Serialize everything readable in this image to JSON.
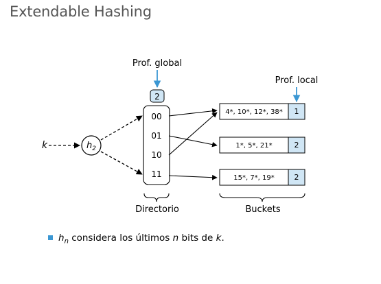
{
  "slide": {
    "title": "Extendable Hashing",
    "colors": {
      "title": "#555555",
      "accent": "#3b97d3",
      "light_fill": "#d0e6f5"
    }
  },
  "diagram": {
    "key_label": "k",
    "hash_label": "h",
    "hash_subscript": "2",
    "global_depth_label": "Prof. global",
    "global_depth_value": "2",
    "local_depth_label": "Prof. local",
    "directory_entries": [
      "00",
      "01",
      "10",
      "11"
    ],
    "directory_label": "Directorio",
    "buckets_label": "Buckets",
    "buckets": [
      {
        "contents": "4*, 10*, 12*, 38*",
        "local_depth": "1"
      },
      {
        "contents": "1*, 5*, 21*",
        "local_depth": "2"
      },
      {
        "contents": "15*, 7*, 19*",
        "local_depth": "2"
      }
    ],
    "pointers": [
      {
        "from": "00",
        "to_bucket": 0
      },
      {
        "from": "01",
        "to_bucket": 1
      },
      {
        "from": "10",
        "to_bucket": 0
      },
      {
        "from": "11",
        "to_bucket": 2
      }
    ]
  },
  "bullets": [
    {
      "parts": [
        {
          "text": "h",
          "italic": true
        },
        {
          "text": "n",
          "italic": true,
          "sub": true
        },
        {
          "text": " considera los últimos "
        },
        {
          "text": "n",
          "italic": true
        },
        {
          "text": " bits de "
        },
        {
          "text": "k",
          "italic": true
        },
        {
          "text": "."
        }
      ]
    }
  ]
}
